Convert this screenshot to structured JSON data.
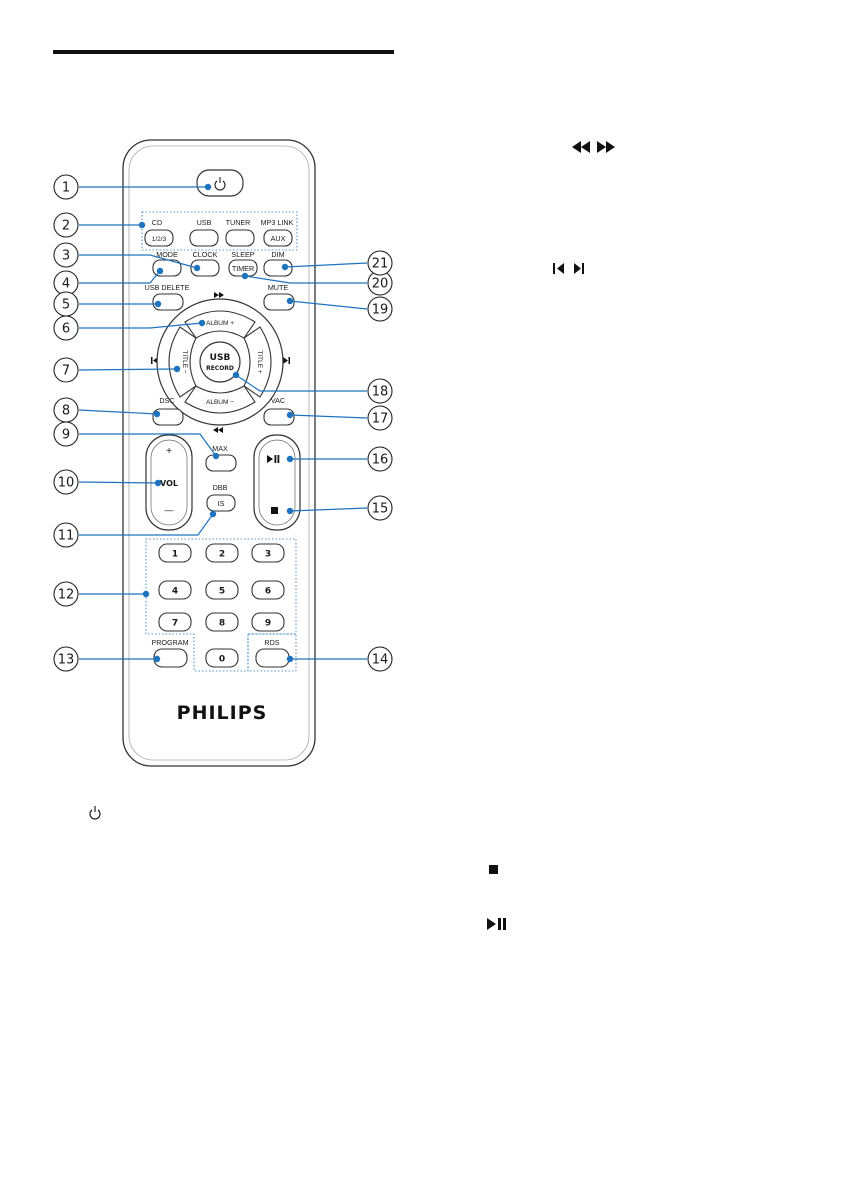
{
  "remote": {
    "brand": "PHILIPS",
    "source_buttons": {
      "cd_label": "CD",
      "cd_key": "1/2/3",
      "usb_label": "USB",
      "tuner_label": "TUNER",
      "mp3link_label": "MP3 LINK",
      "aux_key": "AUX"
    },
    "labels": {
      "mode": "MODE",
      "clock": "CLOCK",
      "sleep": "SLEEP",
      "timer": "TIMER",
      "dim": "DIM",
      "usb_delete": "USB DELETE",
      "mute": "MUTE",
      "album_plus": "ALBUM +",
      "album_minus": "ALBUM −",
      "title_minus": "TITLE −",
      "title_plus": "TITLE +",
      "usb": "USB",
      "record": "RECORD",
      "dsc": "DSC",
      "vac": "VAC",
      "max": "MAX",
      "vol": "VOL",
      "vol_plus": "+",
      "vol_minus": "—",
      "dbb": "DBB",
      "is": "IS",
      "program": "PROGRAM",
      "rds": "RDS"
    },
    "numpad": [
      "1",
      "2",
      "3",
      "4",
      "5",
      "6",
      "7",
      "8",
      "9",
      "0"
    ]
  },
  "callouts": [
    "1",
    "2",
    "3",
    "4",
    "5",
    "6",
    "7",
    "8",
    "9",
    "10",
    "11",
    "12",
    "13",
    "14",
    "15",
    "16",
    "17",
    "18",
    "19",
    "20",
    "21"
  ],
  "colors": {
    "callout_line": "#1e73be",
    "callout_dot": "#1e73be",
    "body": "#ffffff",
    "outline": "#333333"
  },
  "icons": [
    "power-icon",
    "prev-icon",
    "next-icon",
    "rewind-icon",
    "fast-forward-icon",
    "stop-icon",
    "play-pause-icon"
  ]
}
